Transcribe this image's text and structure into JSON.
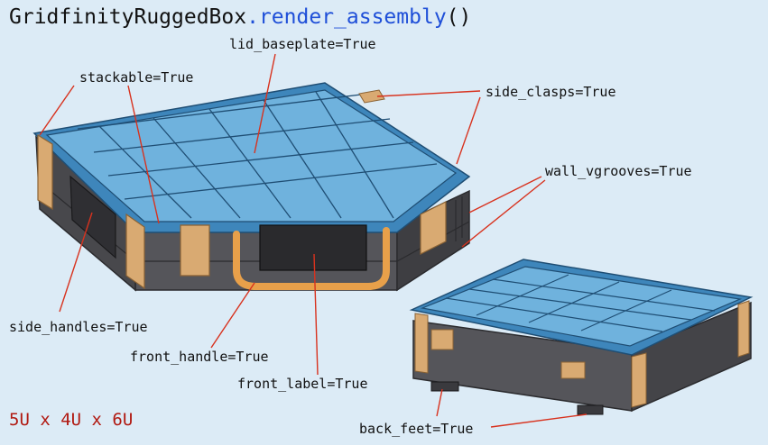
{
  "title": {
    "class_name": "GridfinityRuggedBox",
    "method": ".render_assembly",
    "parens": "()"
  },
  "labels": {
    "lid_baseplate": "lid_baseplate=True",
    "stackable": "stackable=True",
    "side_clasps": "side_clasps=True",
    "wall_vgrooves": "wall_vgrooves=True",
    "side_handles": "side_handles=True",
    "front_handle": "front_handle=True",
    "front_label": "front_label=True",
    "back_feet": "back_feet=True"
  },
  "dimensions": "5U x 4U x 6U",
  "colors": {
    "background": "#dcebf6",
    "lid_blue": "#6fb2dd",
    "lid_blue_dark": "#3e86bb",
    "body_gray": "#5b5b5f",
    "body_dark": "#3a3a3e",
    "clasp_tan": "#d9aa72",
    "handle_orange": "#e8a04a",
    "leader_red": "#d8321e",
    "method_blue": "#1f4fd8",
    "dims_red": "#b11a12"
  }
}
